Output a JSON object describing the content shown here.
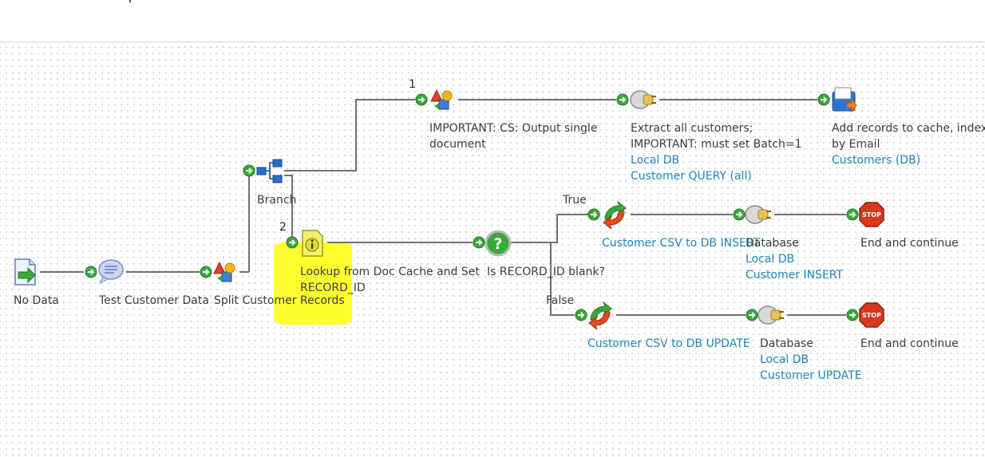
{
  "nodes": {
    "no_data": {
      "label": "No Data"
    },
    "test_data": {
      "label": "Test Customer Data"
    },
    "split": {
      "label": "Split Customer Records"
    },
    "branch": {
      "label": "Branch",
      "path1": "1",
      "path2": "2"
    },
    "map_top": {
      "line1": "IMPORTANT: CS: Output single",
      "line2": "document"
    },
    "connector_top": {
      "line1": "Extract all customers;",
      "line2": "IMPORTANT: must set Batch=1",
      "link1": "Local DB",
      "link2": "Customer QUERY (all)"
    },
    "cache": {
      "line1": "Add records to cache, indexe",
      "line2": "by Email",
      "link1": "Customers (DB)"
    },
    "lookup": {
      "line1": "Lookup from Doc Cache and Set",
      "line2": "RECORD_ID"
    },
    "decision": {
      "label": "Is RECORD_ID blank?",
      "true_label": "True",
      "false_label": "False"
    },
    "map_insert": {
      "label": "Customer CSV to DB INSERT"
    },
    "db_insert": {
      "line1": "Database",
      "link1": "Local DB",
      "link2": "Customer INSERT"
    },
    "stop_insert": {
      "label": "End and continue",
      "sign": "STOP"
    },
    "map_update": {
      "label": "Customer CSV to DB UPDATE"
    },
    "db_update": {
      "line1": "Database",
      "link1": "Local DB",
      "link2": "Customer UPDATE"
    },
    "stop_update": {
      "label": "End and continue",
      "sign": "STOP"
    }
  },
  "icons": {
    "start": "document-arrow-icon",
    "message": "speech-bubble-icon",
    "map": "data-process-icon",
    "branch": "branch-icon",
    "connector": "connector-plug-icon",
    "cache": "document-cache-icon",
    "lookup": "set-properties-icon",
    "decision": "question-icon",
    "transform": "map-arrows-icon",
    "stop": "stop-sign-icon",
    "port": "green-arrow-port-icon"
  },
  "colors": {
    "link": "#1d86bb",
    "wire": "#707070",
    "highlight": "#ffff2e",
    "port": "#3aa83a",
    "stop": "#d9381e"
  }
}
